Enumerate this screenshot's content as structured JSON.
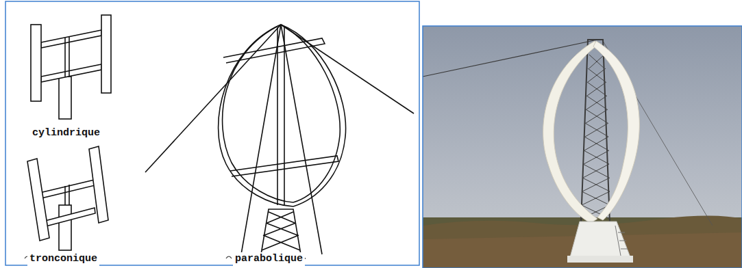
{
  "diagram": {
    "labels": [
      "cylindrique",
      "tronconique",
      "parabolique"
    ]
  }
}
